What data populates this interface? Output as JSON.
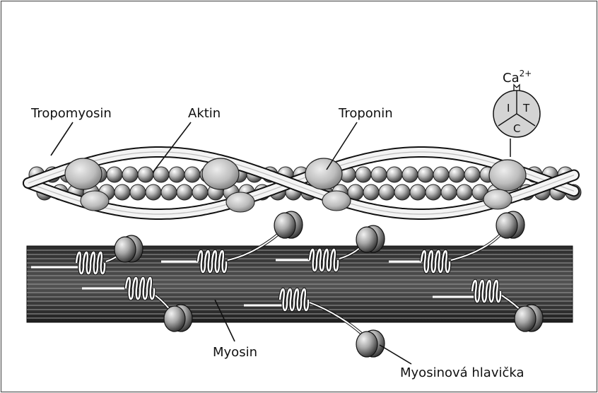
{
  "labels": {
    "tropomyosin": "Tropomyosin",
    "aktin": "Aktin",
    "troponin": "Troponin",
    "calcium_base": "Ca",
    "calcium_charge": "2+",
    "myosin": "Myosin",
    "myosin_head": "Myosinová hlavička"
  },
  "troponin_subunits": {
    "i": "I",
    "t": "T",
    "c": "C"
  }
}
